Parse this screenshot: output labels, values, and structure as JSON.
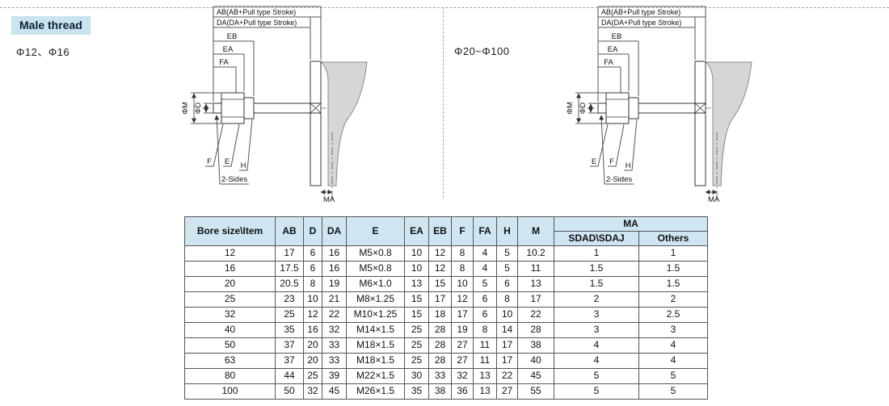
{
  "page": {
    "title": "Male thread"
  },
  "diagrams": {
    "left": {
      "size_label": "Φ12、Φ16",
      "ab": "AB(AB+Pull type Stroke)",
      "da": "DA(DA+Pull type Stroke)",
      "eb": "EB",
      "ea": "EA",
      "fa": "FA",
      "phi_m": "ΦM",
      "phi_d": "ΦD",
      "b1": "F",
      "b2": "E",
      "b3": "H",
      "two_sides": "2-Sides",
      "ma": "MA"
    },
    "right": {
      "size_label": "Φ20~Φ100",
      "ab": "AB(AB+Pull type Stroke)",
      "da": "DA(DA+Pull type Stroke)",
      "eb": "EB",
      "ea": "EA",
      "fa": "FA",
      "phi_m": "ΦM",
      "phi_d": "ΦD",
      "b1": "E",
      "b2": "F",
      "b3": "H",
      "two_sides": "2-Sides",
      "ma": "MA"
    }
  },
  "table": {
    "header": {
      "bore": "Bore size\\Item",
      "cols": [
        "AB",
        "D",
        "DA",
        "E",
        "EA",
        "EB",
        "F",
        "FA",
        "H",
        "M"
      ],
      "ma": "MA",
      "ma_sub": [
        "SDAD\\SDAJ",
        "Others"
      ]
    },
    "rows": [
      [
        "12",
        "17",
        "6",
        "16",
        "M5×0.8",
        "10",
        "12",
        "8",
        "4",
        "5",
        "10.2",
        "1",
        "1"
      ],
      [
        "16",
        "17.5",
        "6",
        "16",
        "M5×0.8",
        "10",
        "12",
        "8",
        "4",
        "5",
        "11",
        "1.5",
        "1.5"
      ],
      [
        "20",
        "20.5",
        "8",
        "19",
        "M6×1.0",
        "13",
        "15",
        "10",
        "5",
        "6",
        "13",
        "1.5",
        "1.5"
      ],
      [
        "25",
        "23",
        "10",
        "21",
        "M8×1.25",
        "15",
        "17",
        "12",
        "6",
        "8",
        "17",
        "2",
        "2"
      ],
      [
        "32",
        "25",
        "12",
        "22",
        "M10×1.25",
        "15",
        "18",
        "17",
        "6",
        "10",
        "22",
        "3",
        "2.5"
      ],
      [
        "40",
        "35",
        "16",
        "32",
        "M14×1.5",
        "25",
        "28",
        "19",
        "8",
        "14",
        "28",
        "3",
        "3"
      ],
      [
        "50",
        "37",
        "20",
        "33",
        "M18×1.5",
        "25",
        "28",
        "27",
        "11",
        "17",
        "38",
        "4",
        "4"
      ],
      [
        "63",
        "37",
        "20",
        "33",
        "M18×1.5",
        "25",
        "28",
        "27",
        "11",
        "17",
        "40",
        "4",
        "4"
      ],
      [
        "80",
        "44",
        "25",
        "39",
        "M22×1.5",
        "30",
        "33",
        "32",
        "13",
        "22",
        "45",
        "5",
        "5"
      ],
      [
        "100",
        "50",
        "32",
        "45",
        "M26×1.5",
        "35",
        "38",
        "36",
        "13",
        "27",
        "55",
        "5",
        "5"
      ]
    ]
  }
}
